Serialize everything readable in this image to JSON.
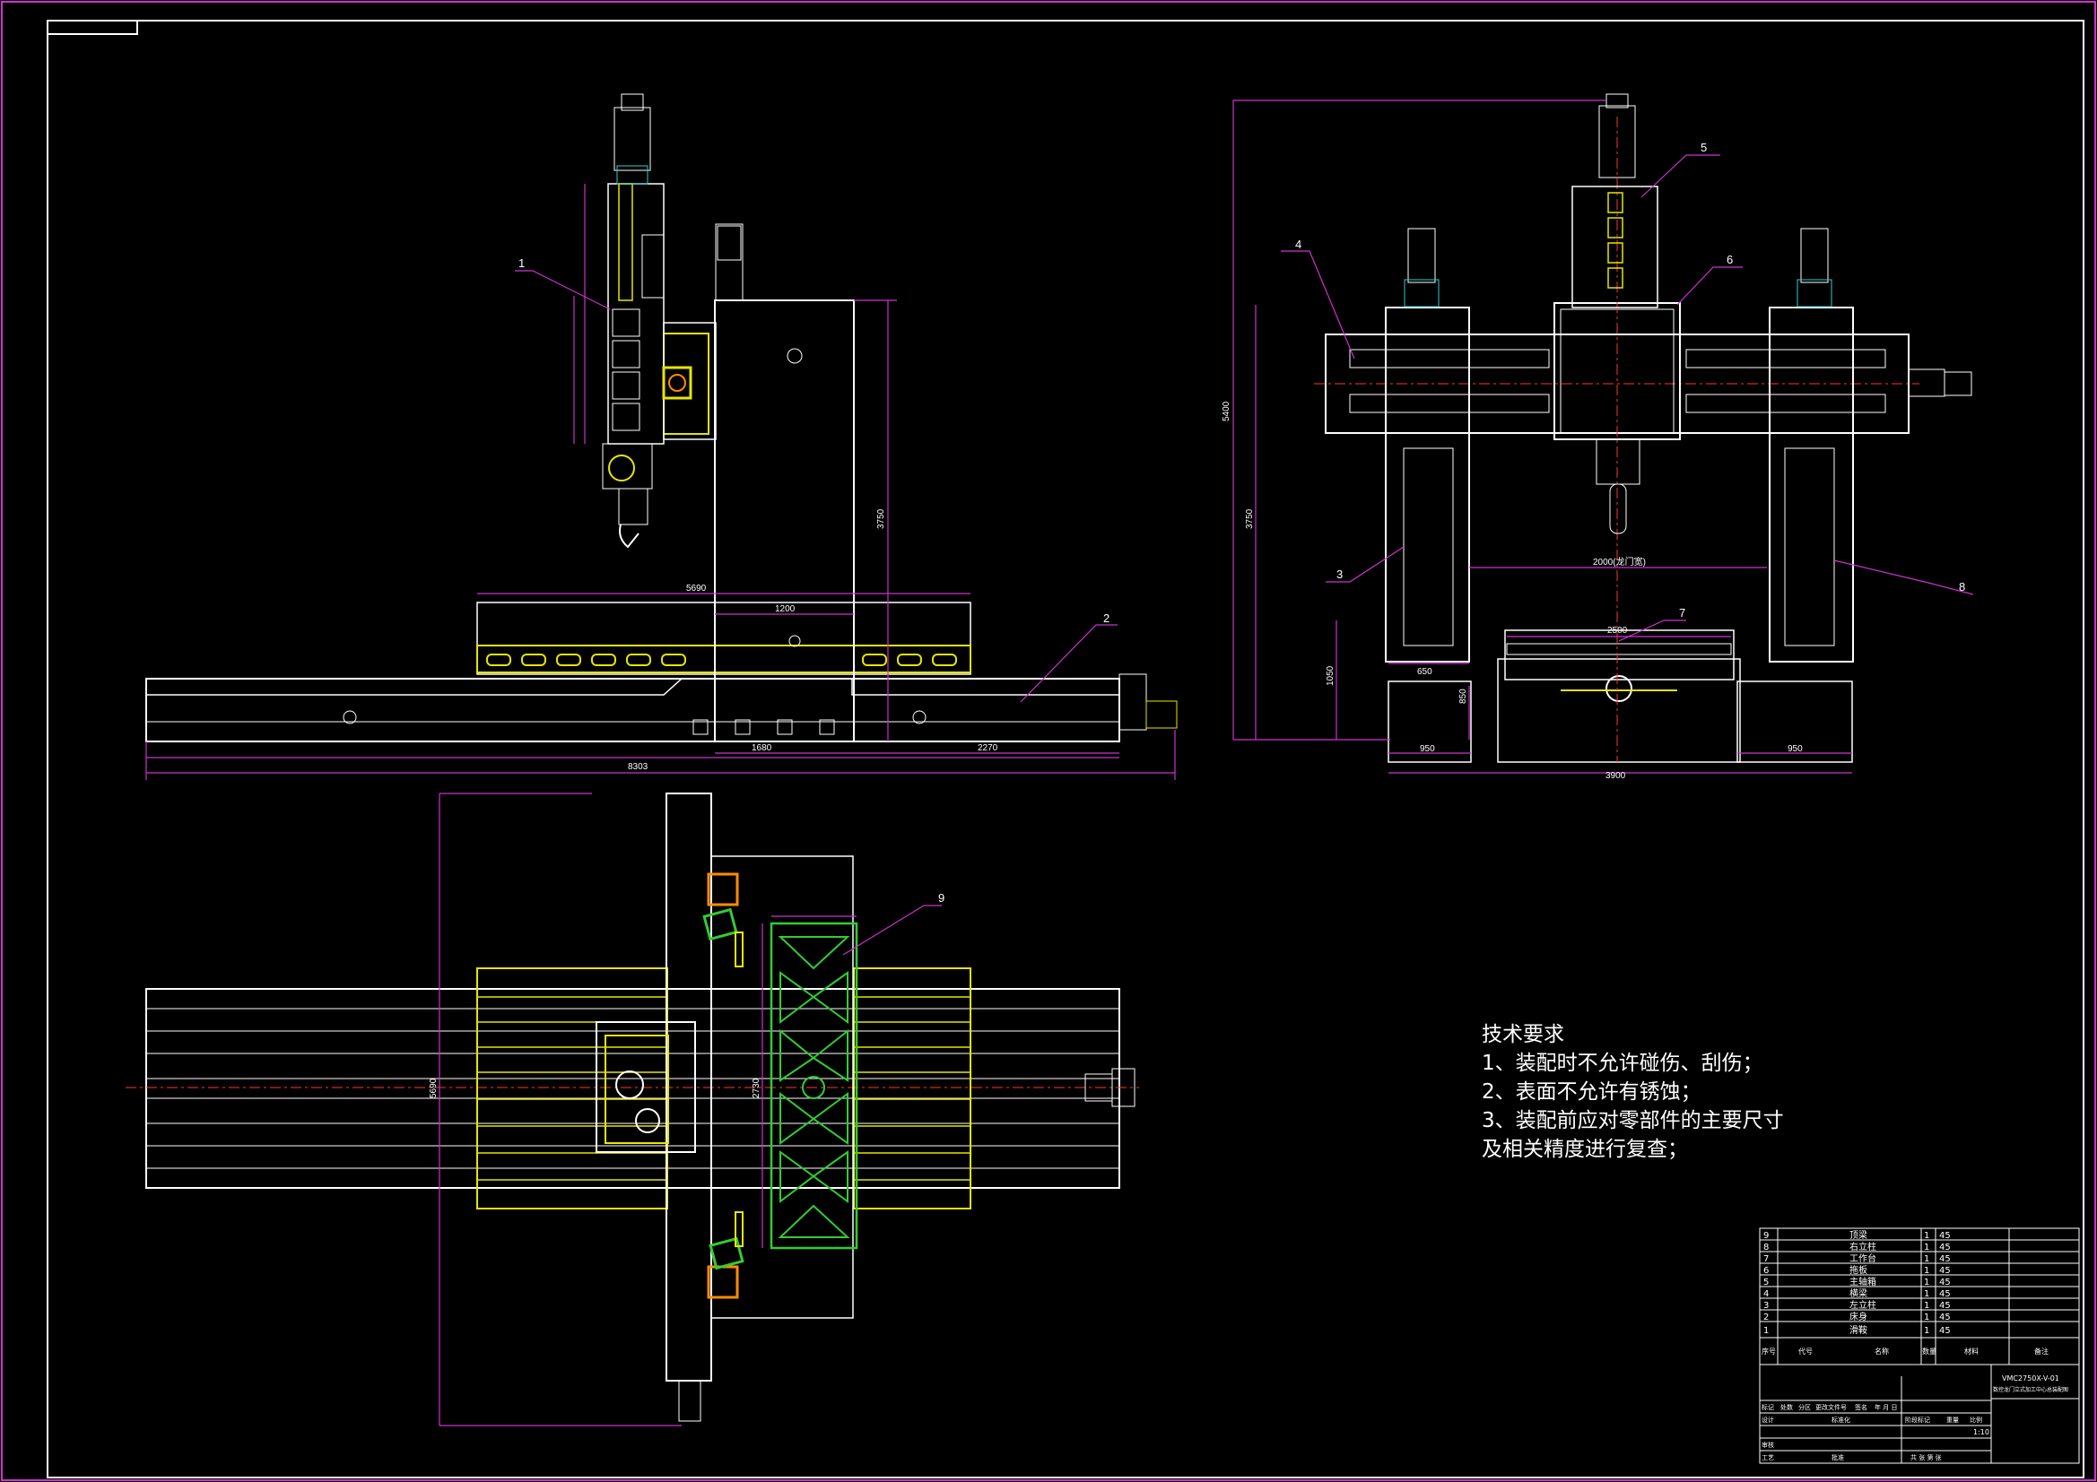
{
  "technical_requirements": {
    "title": "技术要求",
    "items": [
      "1、装配时不允许碰伤、刮伤；",
      "2、表面不允许有锈蚀；",
      "3、装配前应对零部件的主要尺寸",
      "及相关精度进行复查；"
    ]
  },
  "dimensions": {
    "side_total_length": "8303",
    "side_5690": "5690",
    "side_1200": "1200",
    "side_1680": "1680",
    "side_2270": "2270",
    "side_3750": "3750",
    "front_5400": "5400",
    "front_3750": "3750",
    "front_2000": "2000(龙门宽)",
    "front_2500": "2500",
    "front_650": "650",
    "front_1050": "1050",
    "front_850": "850",
    "front_950_left": "950",
    "front_950_right": "950",
    "front_3900": "3900",
    "top_5690": "5690",
    "top_2730": "2730"
  },
  "balloons": [
    "1",
    "2",
    "3",
    "4",
    "5",
    "6",
    "7",
    "8",
    "9"
  ],
  "bom": {
    "rows": [
      {
        "no": "9",
        "name": "顶梁",
        "qty": "1",
        "material": "45"
      },
      {
        "no": "8",
        "name": "右立柱",
        "qty": "1",
        "material": "45"
      },
      {
        "no": "7",
        "name": "工作台",
        "qty": "1",
        "material": "45"
      },
      {
        "no": "6",
        "name": "拖板",
        "qty": "1",
        "material": "45"
      },
      {
        "no": "5",
        "name": "主轴箱",
        "qty": "1",
        "material": "45"
      },
      {
        "no": "4",
        "name": "横梁",
        "qty": "1",
        "material": "45"
      },
      {
        "no": "3",
        "name": "左立柱",
        "qty": "1",
        "material": "45"
      },
      {
        "no": "2",
        "name": "床身",
        "qty": "1",
        "material": "45"
      },
      {
        "no": "1",
        "name": "滑鞍",
        "qty": "1",
        "material": "45"
      }
    ],
    "header": {
      "no": "序号",
      "code": "代号",
      "name": "名称",
      "qty": "数量",
      "material": "材料",
      "note": "备注"
    }
  },
  "title_block": {
    "drawing_no": "VMC2750X-V-01",
    "title_line": "数控龙门立式加工中心总装配图",
    "scale": "1:10",
    "labels": {
      "mark": "标记",
      "count": "处数",
      "zone": "分区",
      "change_no": "更改文件号",
      "sign": "签名",
      "date": "年 月 日",
      "design": "设计",
      "standard": "标准化",
      "stage": "阶段标记",
      "weight": "重量",
      "scale_label": "比例",
      "audit": "审核",
      "process": "工艺",
      "approve": "批准",
      "sheets": "共 张 第 张"
    }
  },
  "colors": {
    "magenta": "#cc33cc",
    "white": "#ffffff",
    "yellow": "#e6e600",
    "green": "#33cc33",
    "orange": "#ff8c00",
    "cyan": "#33cccc",
    "red": "#ff3333",
    "grey": "#8f8f8f"
  }
}
